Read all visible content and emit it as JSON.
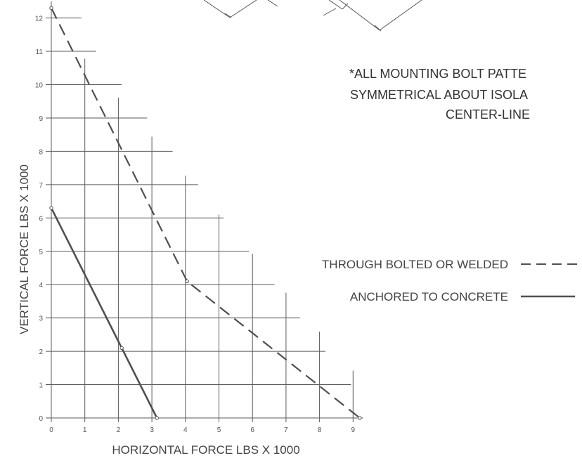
{
  "chart_data": {
    "type": "line",
    "title": "",
    "xlabel": "HORIZONTAL FORCE LBS X 1000",
    "ylabel": "VERTICAL FORCE LBS X 1000",
    "xlim": [
      0,
      9.3
    ],
    "ylim": [
      0,
      12.5
    ],
    "x_ticks": [
      "0",
      "1",
      "2",
      "3",
      "4",
      "5",
      "6",
      "7",
      "8",
      "9"
    ],
    "y_ticks": [
      "0",
      "1",
      "2",
      "3",
      "4",
      "5",
      "6",
      "7",
      "8",
      "9",
      "10",
      "11",
      "12"
    ],
    "grid": "stepped",
    "series": [
      {
        "name": "THROUGH BOLTED OR WELDED",
        "style": "dashed",
        "color": "#505050",
        "points": [
          [
            0,
            12.3
          ],
          [
            4.05,
            4.1
          ],
          [
            9.2,
            0
          ]
        ]
      },
      {
        "name": "ANCHORED TO CONCRETE",
        "style": "solid",
        "color": "#505050",
        "points": [
          [
            0,
            6.3
          ],
          [
            2.1,
            2.1
          ],
          [
            3.15,
            0
          ]
        ]
      }
    ],
    "legend_position": "right"
  },
  "note": {
    "lines": [
      "*ALL MOUNTING BOLT PATTE",
      "SYMMETRICAL ABOUT ISOLA",
      "CENTER-LINE"
    ]
  },
  "colors": {
    "grid": "#5a5a5a",
    "text": "#444444",
    "series": "#505050"
  }
}
